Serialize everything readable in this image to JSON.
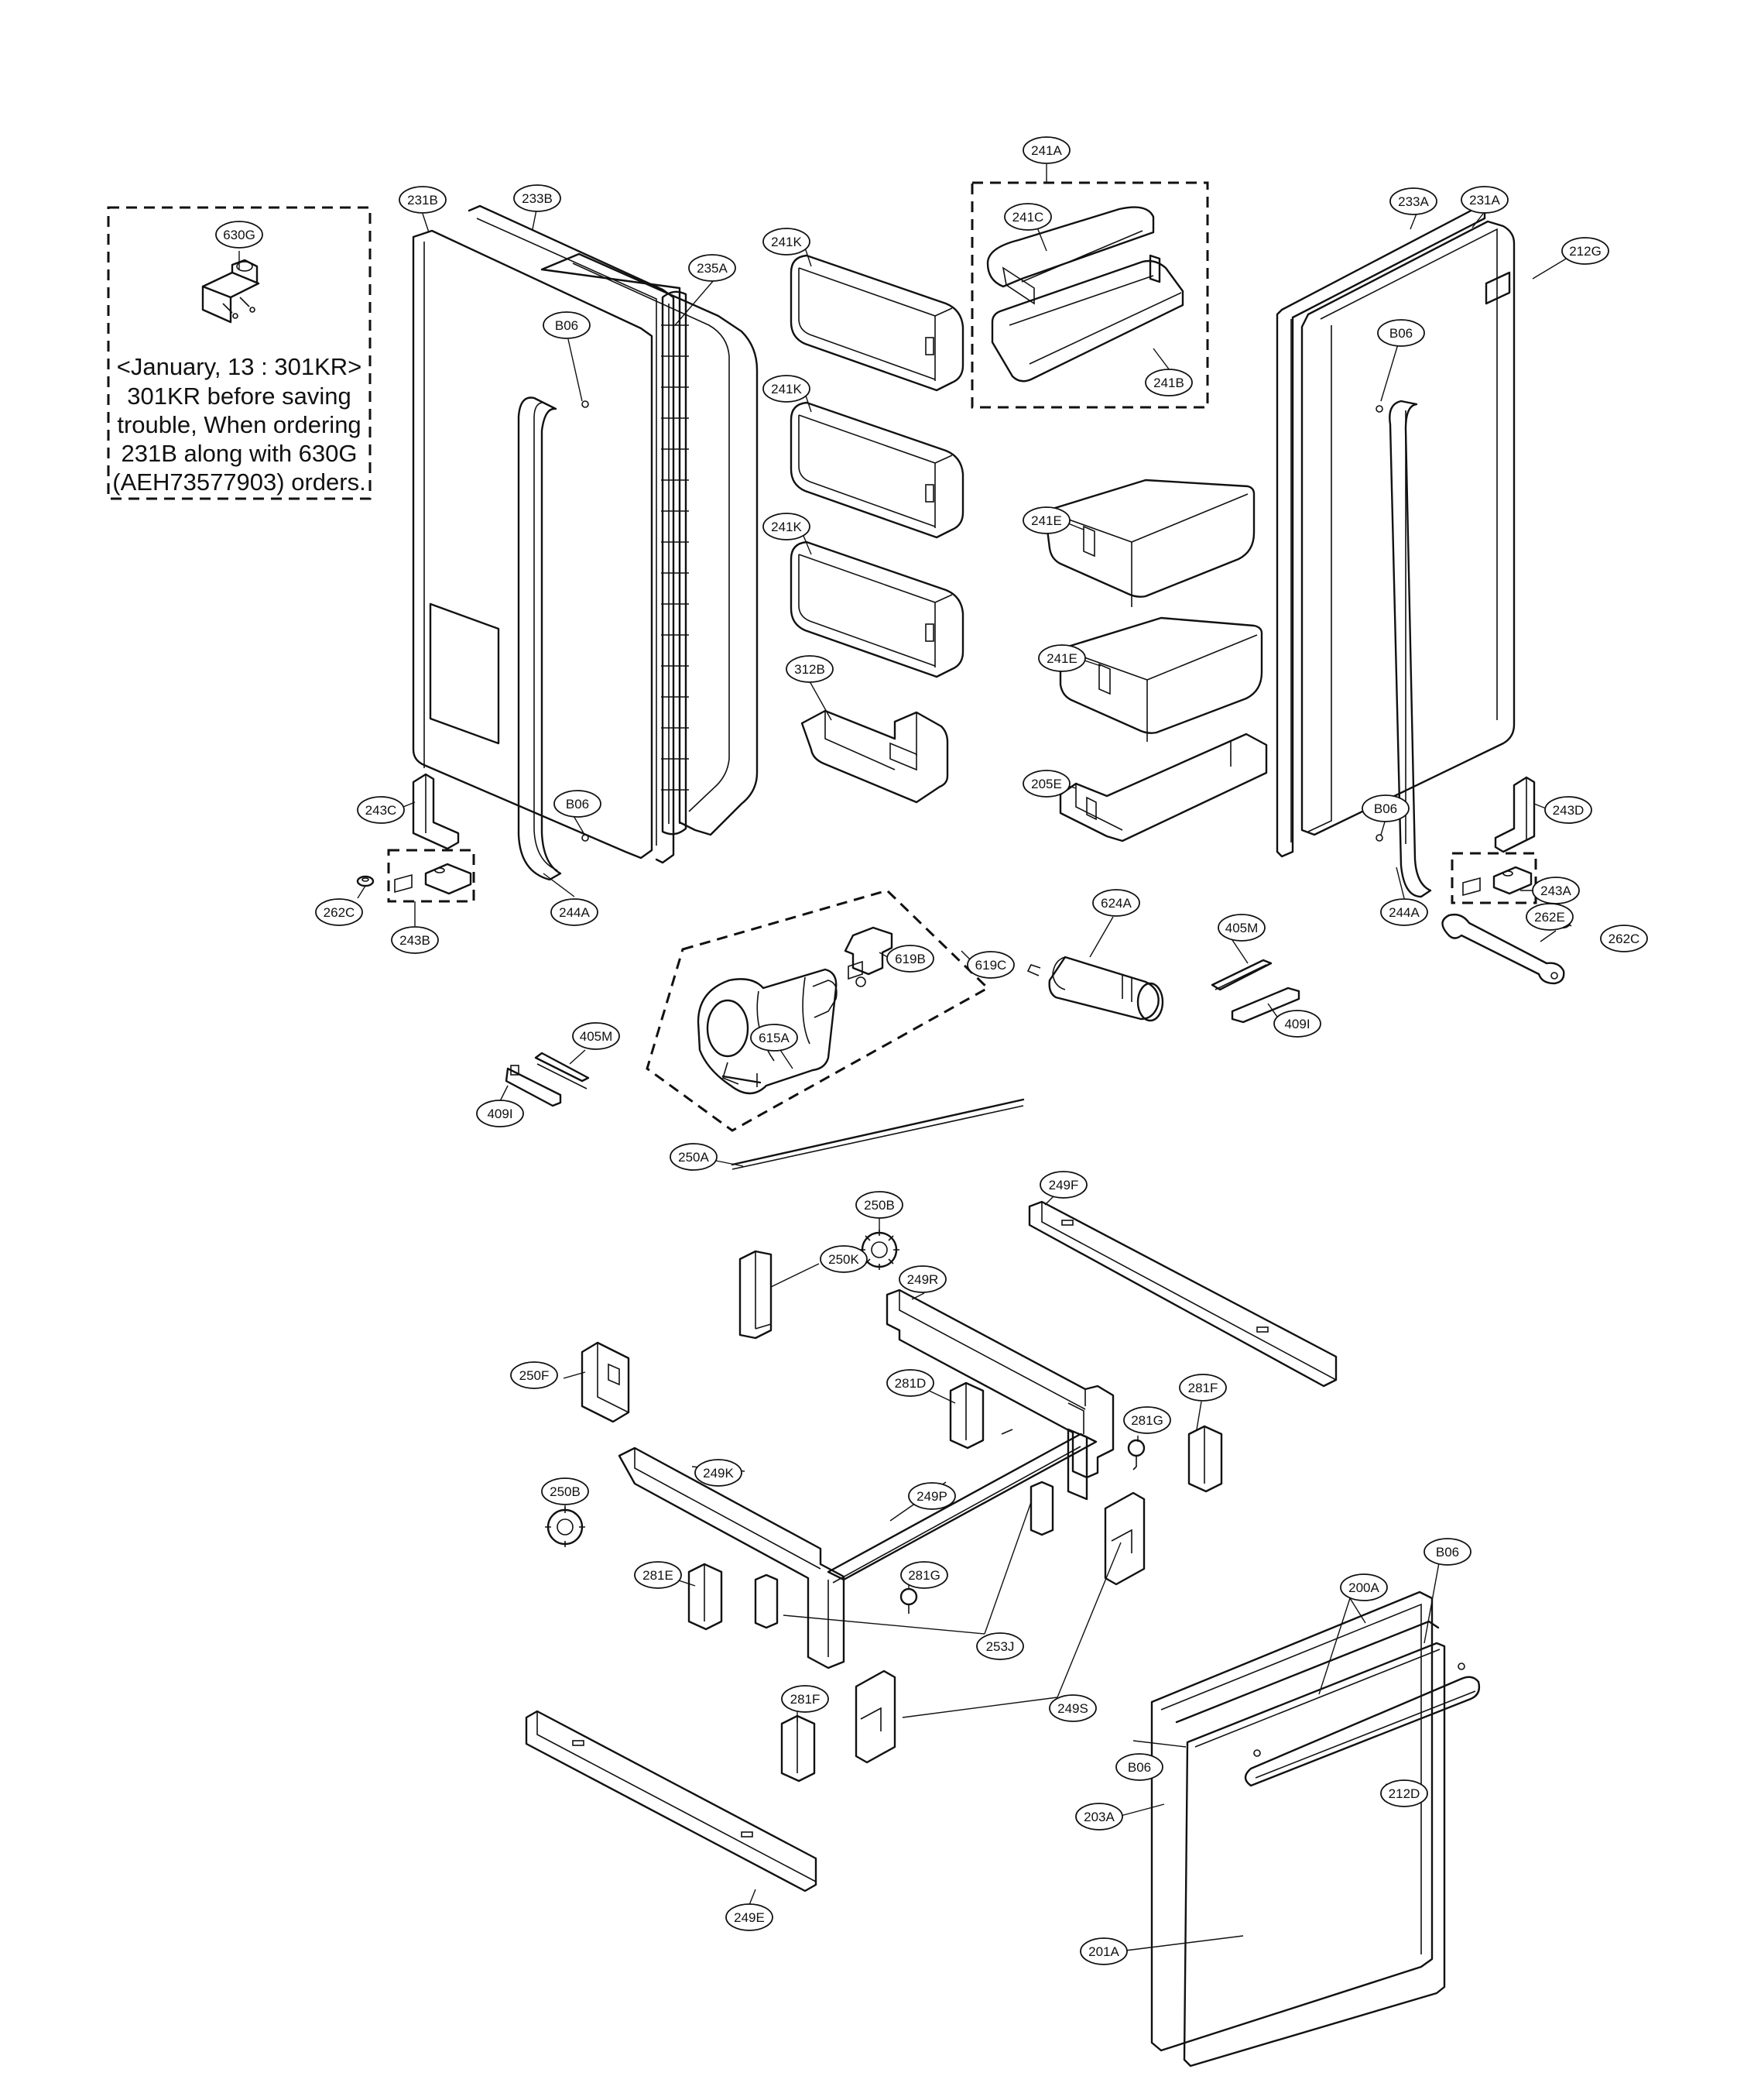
{
  "note": {
    "lines": [
      "<January, 13 : 301KR>",
      "301KR before saving",
      "trouble, When ordering",
      "231B along with 630G",
      "(AEH73577903) orders."
    ]
  },
  "callouts": [
    {
      "id": "630G",
      "label": "630G"
    },
    {
      "id": "231B",
      "label": "231B"
    },
    {
      "id": "233B",
      "label": "233B"
    },
    {
      "id": "235A",
      "label": "235A"
    },
    {
      "id": "241K-1",
      "label": "241K"
    },
    {
      "id": "241K-2",
      "label": "241K"
    },
    {
      "id": "241K-3",
      "label": "241K"
    },
    {
      "id": "241A",
      "label": "241A"
    },
    {
      "id": "241C",
      "label": "241C"
    },
    {
      "id": "241B",
      "label": "241B"
    },
    {
      "id": "233A",
      "label": "233A"
    },
    {
      "id": "231A",
      "label": "231A"
    },
    {
      "id": "212G",
      "label": "212G"
    },
    {
      "id": "B06-1",
      "label": "B06"
    },
    {
      "id": "B06-2",
      "label": "B06"
    },
    {
      "id": "B06-3",
      "label": "B06"
    },
    {
      "id": "B06-4",
      "label": "B06"
    },
    {
      "id": "B06-5",
      "label": "B06"
    },
    {
      "id": "B06-6",
      "label": "B06"
    },
    {
      "id": "241E-1",
      "label": "241E"
    },
    {
      "id": "241E-2",
      "label": "241E"
    },
    {
      "id": "312B",
      "label": "312B"
    },
    {
      "id": "205E",
      "label": "205E"
    },
    {
      "id": "243C",
      "label": "243C"
    },
    {
      "id": "243D",
      "label": "243D"
    },
    {
      "id": "262C-1",
      "label": "262C"
    },
    {
      "id": "262C-2",
      "label": "262C"
    },
    {
      "id": "243B",
      "label": "243B"
    },
    {
      "id": "243A",
      "label": "243A"
    },
    {
      "id": "244A-1",
      "label": "244A"
    },
    {
      "id": "244A-2",
      "label": "244A"
    },
    {
      "id": "262E",
      "label": "262E"
    },
    {
      "id": "615A",
      "label": "615A"
    },
    {
      "id": "619B",
      "label": "619B"
    },
    {
      "id": "619C",
      "label": "619C"
    },
    {
      "id": "624A",
      "label": "624A"
    },
    {
      "id": "405M-1",
      "label": "405M"
    },
    {
      "id": "405M-2",
      "label": "405M"
    },
    {
      "id": "409I-1",
      "label": "409I"
    },
    {
      "id": "409I-2",
      "label": "409I"
    },
    {
      "id": "250A",
      "label": "250A"
    },
    {
      "id": "250B-1",
      "label": "250B"
    },
    {
      "id": "250B-2",
      "label": "250B"
    },
    {
      "id": "250K",
      "label": "250K"
    },
    {
      "id": "249F",
      "label": "249F"
    },
    {
      "id": "249R",
      "label": "249R"
    },
    {
      "id": "250F",
      "label": "250F"
    },
    {
      "id": "281D",
      "label": "281D"
    },
    {
      "id": "281G-1",
      "label": "281G"
    },
    {
      "id": "281G-2",
      "label": "281G"
    },
    {
      "id": "281F-1",
      "label": "281F"
    },
    {
      "id": "281F-2",
      "label": "281F"
    },
    {
      "id": "249K",
      "label": "249K"
    },
    {
      "id": "249P",
      "label": "249P"
    },
    {
      "id": "281E",
      "label": "281E"
    },
    {
      "id": "253J",
      "label": "253J"
    },
    {
      "id": "249S",
      "label": "249S"
    },
    {
      "id": "249E",
      "label": "249E"
    },
    {
      "id": "200A",
      "label": "200A"
    },
    {
      "id": "212D",
      "label": "212D"
    },
    {
      "id": "203A",
      "label": "203A"
    },
    {
      "id": "201A",
      "label": "201A"
    }
  ]
}
